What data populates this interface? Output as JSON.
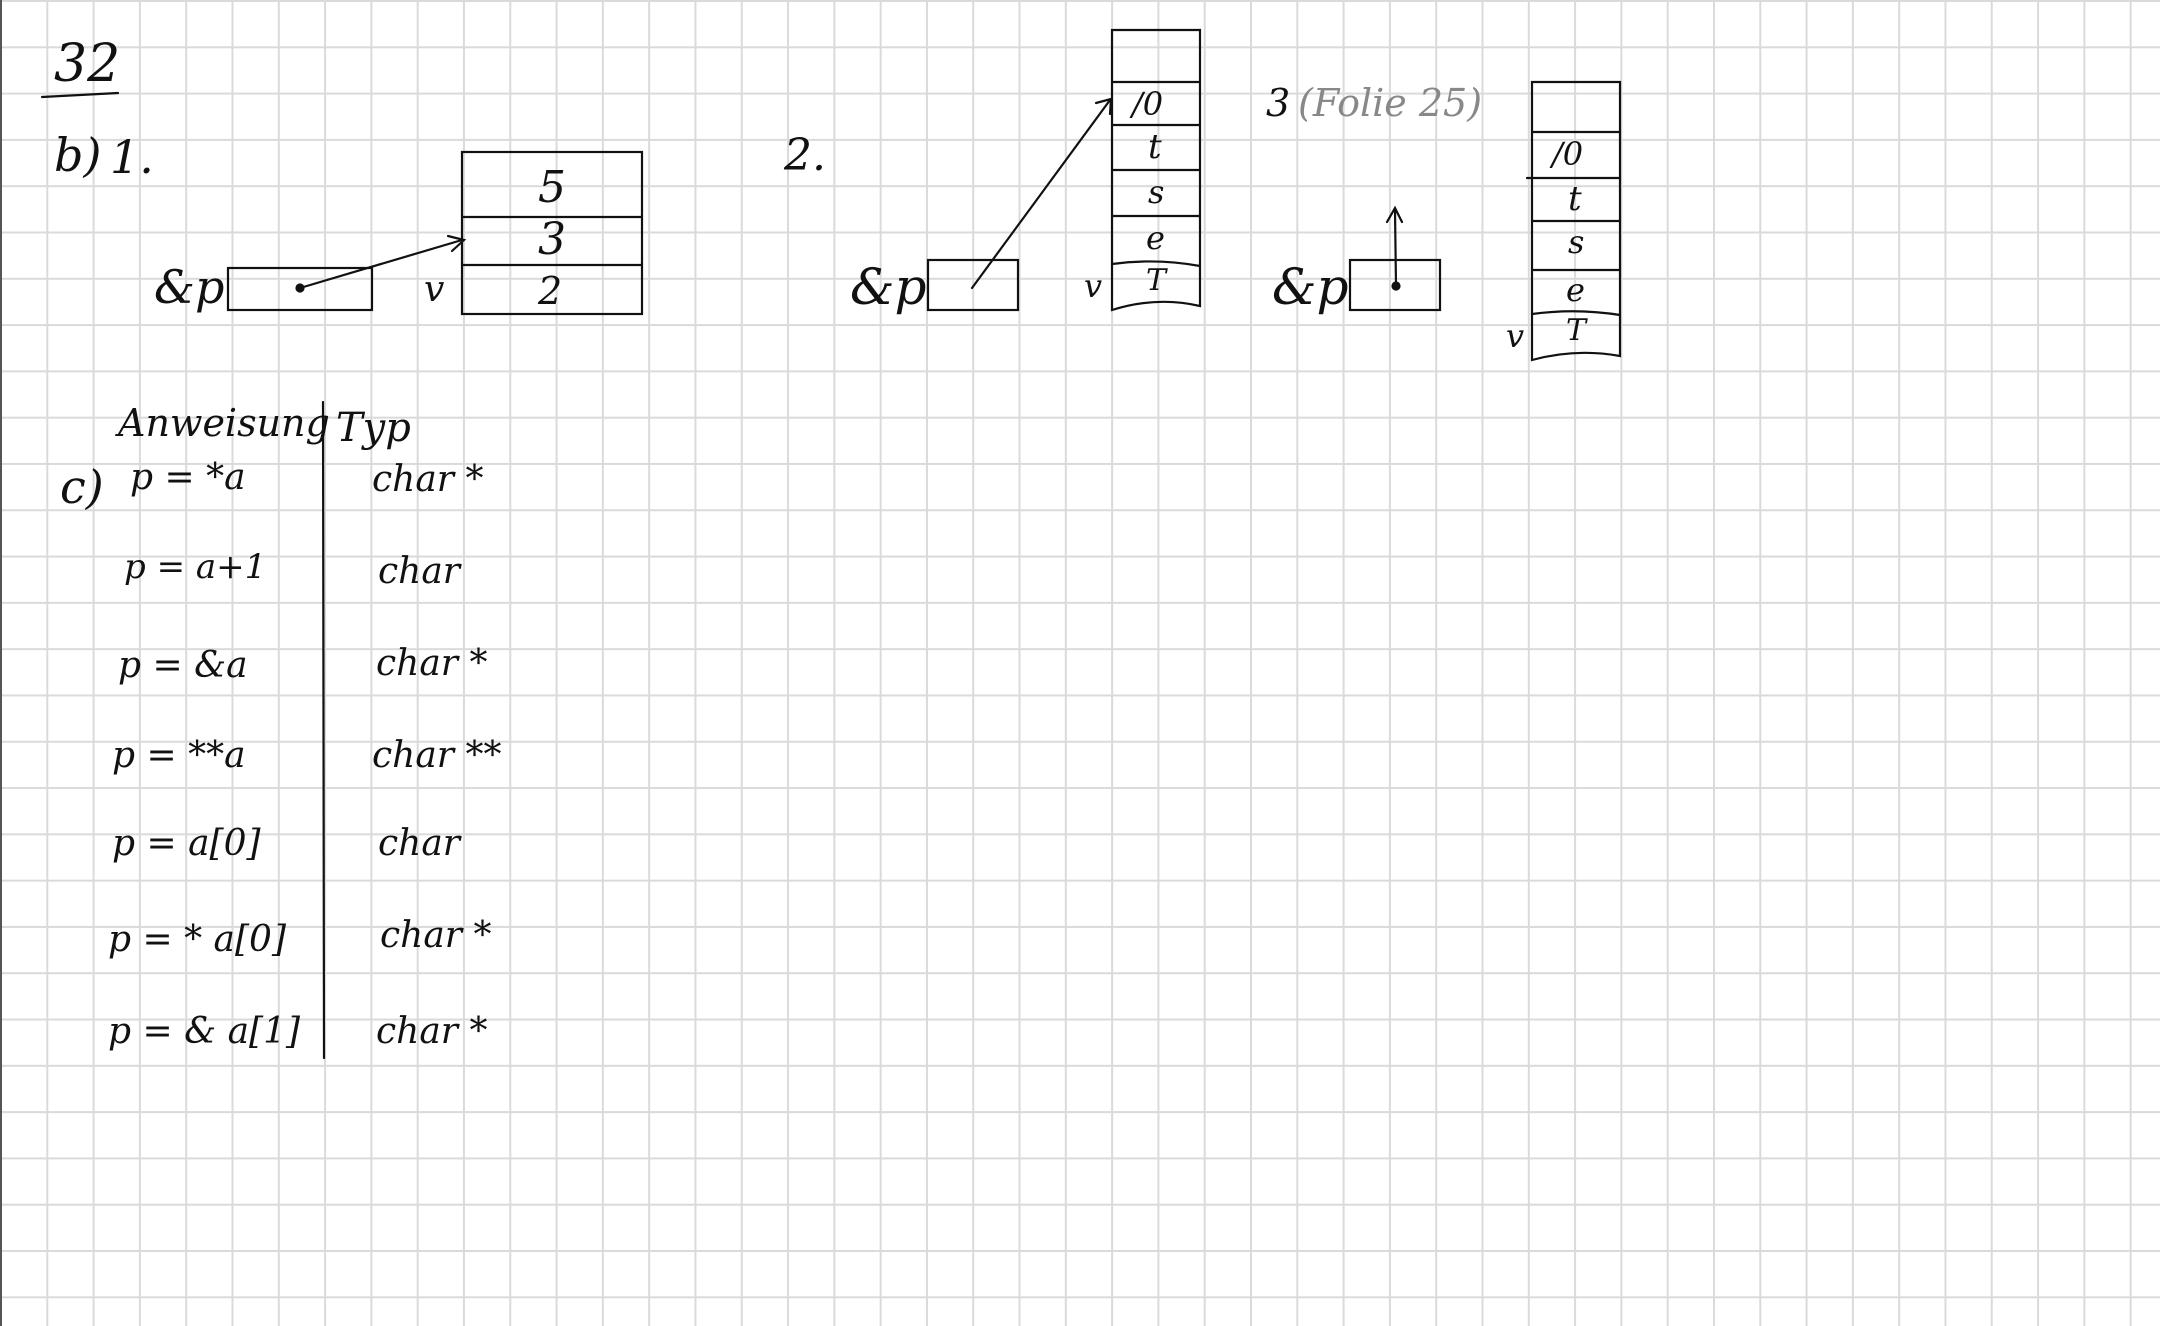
{
  "page_number": "32",
  "part_b": {
    "label": "b)",
    "item1": {
      "number": "1.",
      "pointer_label": "&p",
      "v_label": "v",
      "cells": [
        "5",
        "3",
        "2"
      ]
    },
    "item2": {
      "number": "2.",
      "pointer_label": "&p",
      "v_label": "v",
      "cells": [
        "/0",
        "t",
        "s",
        "e",
        "T"
      ]
    },
    "item3": {
      "number": "3",
      "note": "(Folie 25)",
      "pointer_label": "&p",
      "v_label": "v",
      "cells": [
        "/0",
        "t",
        "s",
        "e",
        "T"
      ]
    }
  },
  "part_c": {
    "label": "c)",
    "header_statement": "Anweisung",
    "header_type": "Typ",
    "rows": [
      {
        "statement": "p = *a",
        "type": "char *"
      },
      {
        "statement": "p = a+1",
        "type": "char"
      },
      {
        "statement": "p = &a",
        "type": "char *"
      },
      {
        "statement": "p = **a",
        "type": "char **"
      },
      {
        "statement": "p = a[0]",
        "type": "char"
      },
      {
        "statement": "p = * a[0]",
        "type": "char *"
      },
      {
        "statement": "p = & a[1]",
        "type": "char *"
      }
    ]
  }
}
